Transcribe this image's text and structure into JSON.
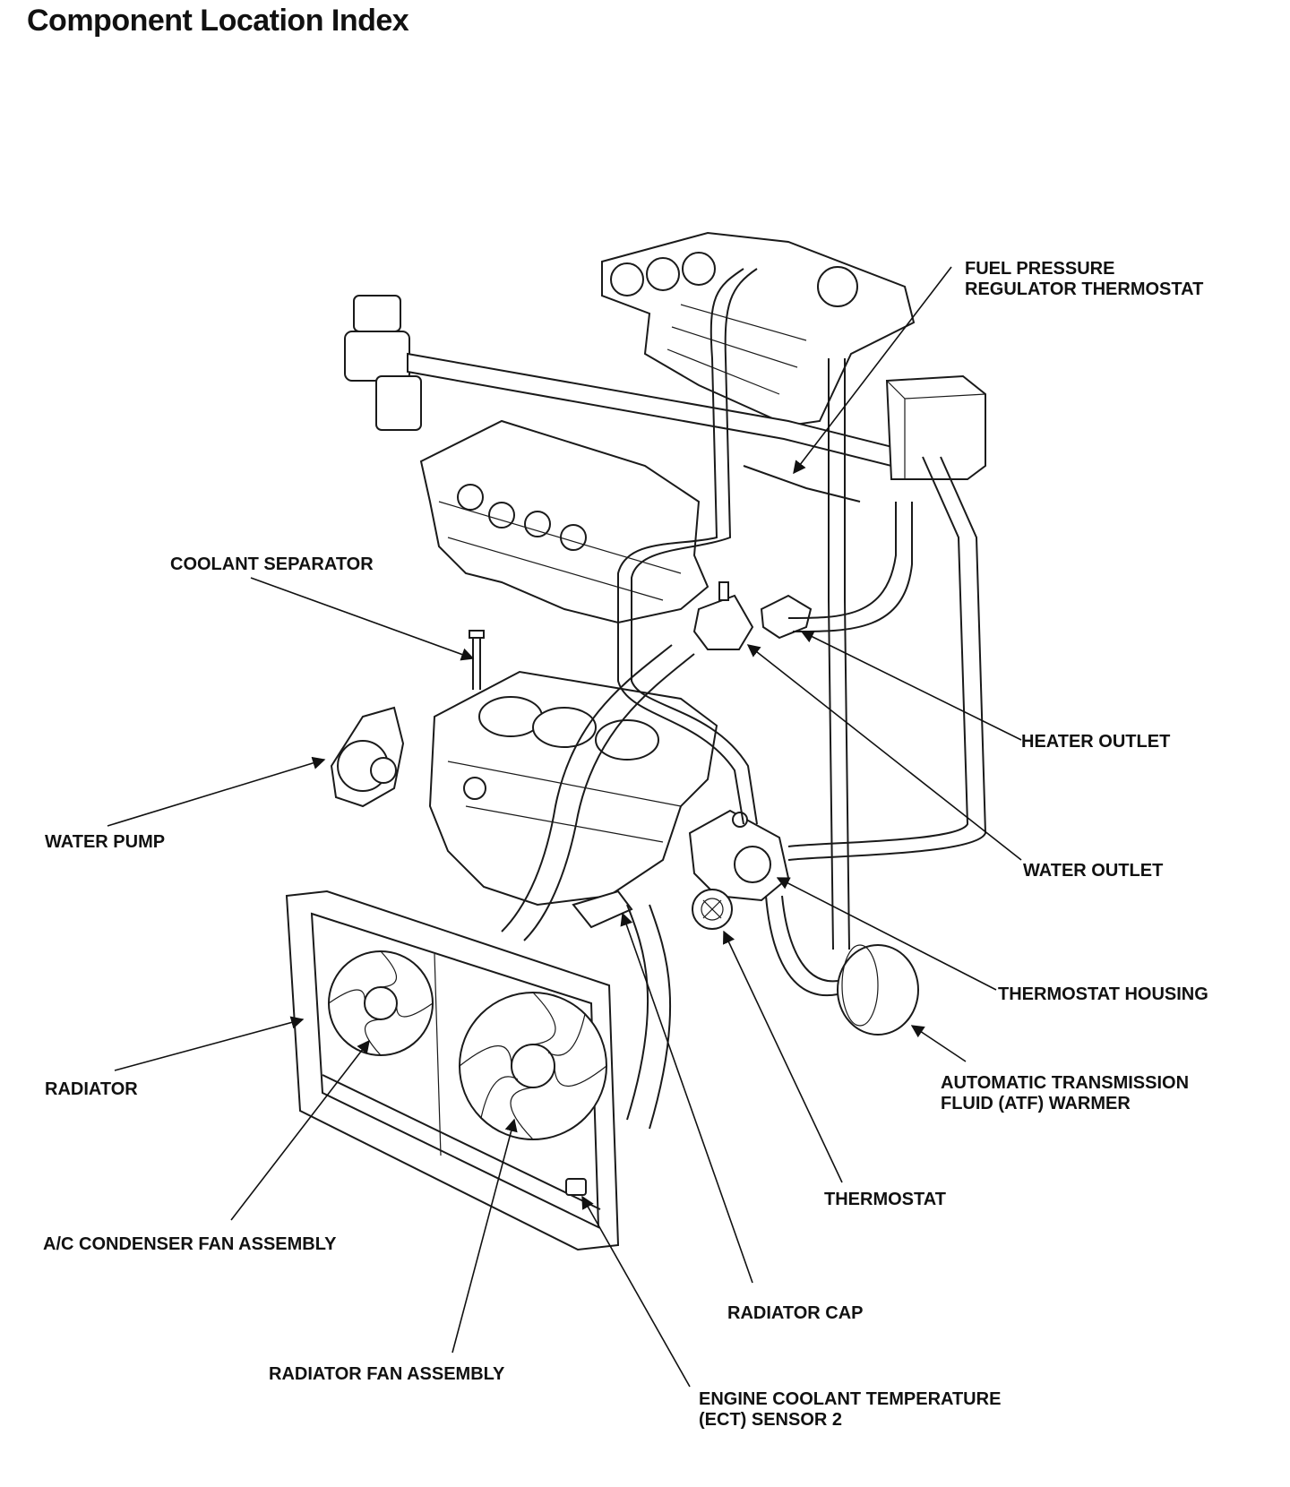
{
  "title": "Component Location Index",
  "labels": {
    "fuel_pressure_regulator_thermostat": [
      "FUEL PRESSURE",
      "REGULATOR THERMOSTAT"
    ],
    "coolant_separator": "COOLANT SEPARATOR",
    "heater_outlet": "HEATER OUTLET",
    "water_pump": "WATER PUMP",
    "water_outlet": "WATER OUTLET",
    "thermostat_housing": "THERMOSTAT HOUSING",
    "radiator": "RADIATOR",
    "atf_warmer": [
      "AUTOMATIC TRANSMISSION",
      "FLUID (ATF) WARMER"
    ],
    "thermostat": "THERMOSTAT",
    "ac_condenser_fan_assembly": "A/C CONDENSER FAN ASSEMBLY",
    "radiator_cap": "RADIATOR CAP",
    "radiator_fan_assembly": "RADIATOR FAN ASSEMBLY",
    "ect_sensor_2": [
      "ENGINE COOLANT TEMPERATURE",
      "(ECT) SENSOR 2"
    ]
  }
}
